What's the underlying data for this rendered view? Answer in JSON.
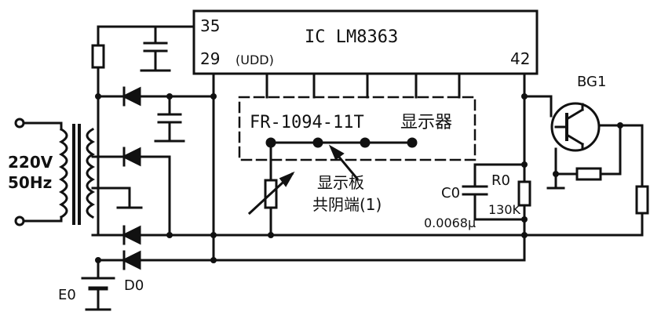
{
  "ic": {
    "name": "IC LM8363",
    "pin_35": "35",
    "pin_29": "29",
    "pin_29_label": "(UDD)",
    "pin_42": "42"
  },
  "display": {
    "model": "FR-1094-11T",
    "type": "显示器",
    "board_label": "显示板",
    "common_label": "共阴端(1)"
  },
  "transformer": {
    "voltage": "220V",
    "frequency": "50Hz"
  },
  "transistor": {
    "label": "BG1"
  },
  "components": {
    "cap_label": "C0",
    "cap_value": "0.0068μ",
    "res_label": "R0",
    "res_value": "130K",
    "battery_label": "E0",
    "diode_label": "D0"
  },
  "colors": {
    "ink": "#111111",
    "paper": "#ffffff"
  }
}
